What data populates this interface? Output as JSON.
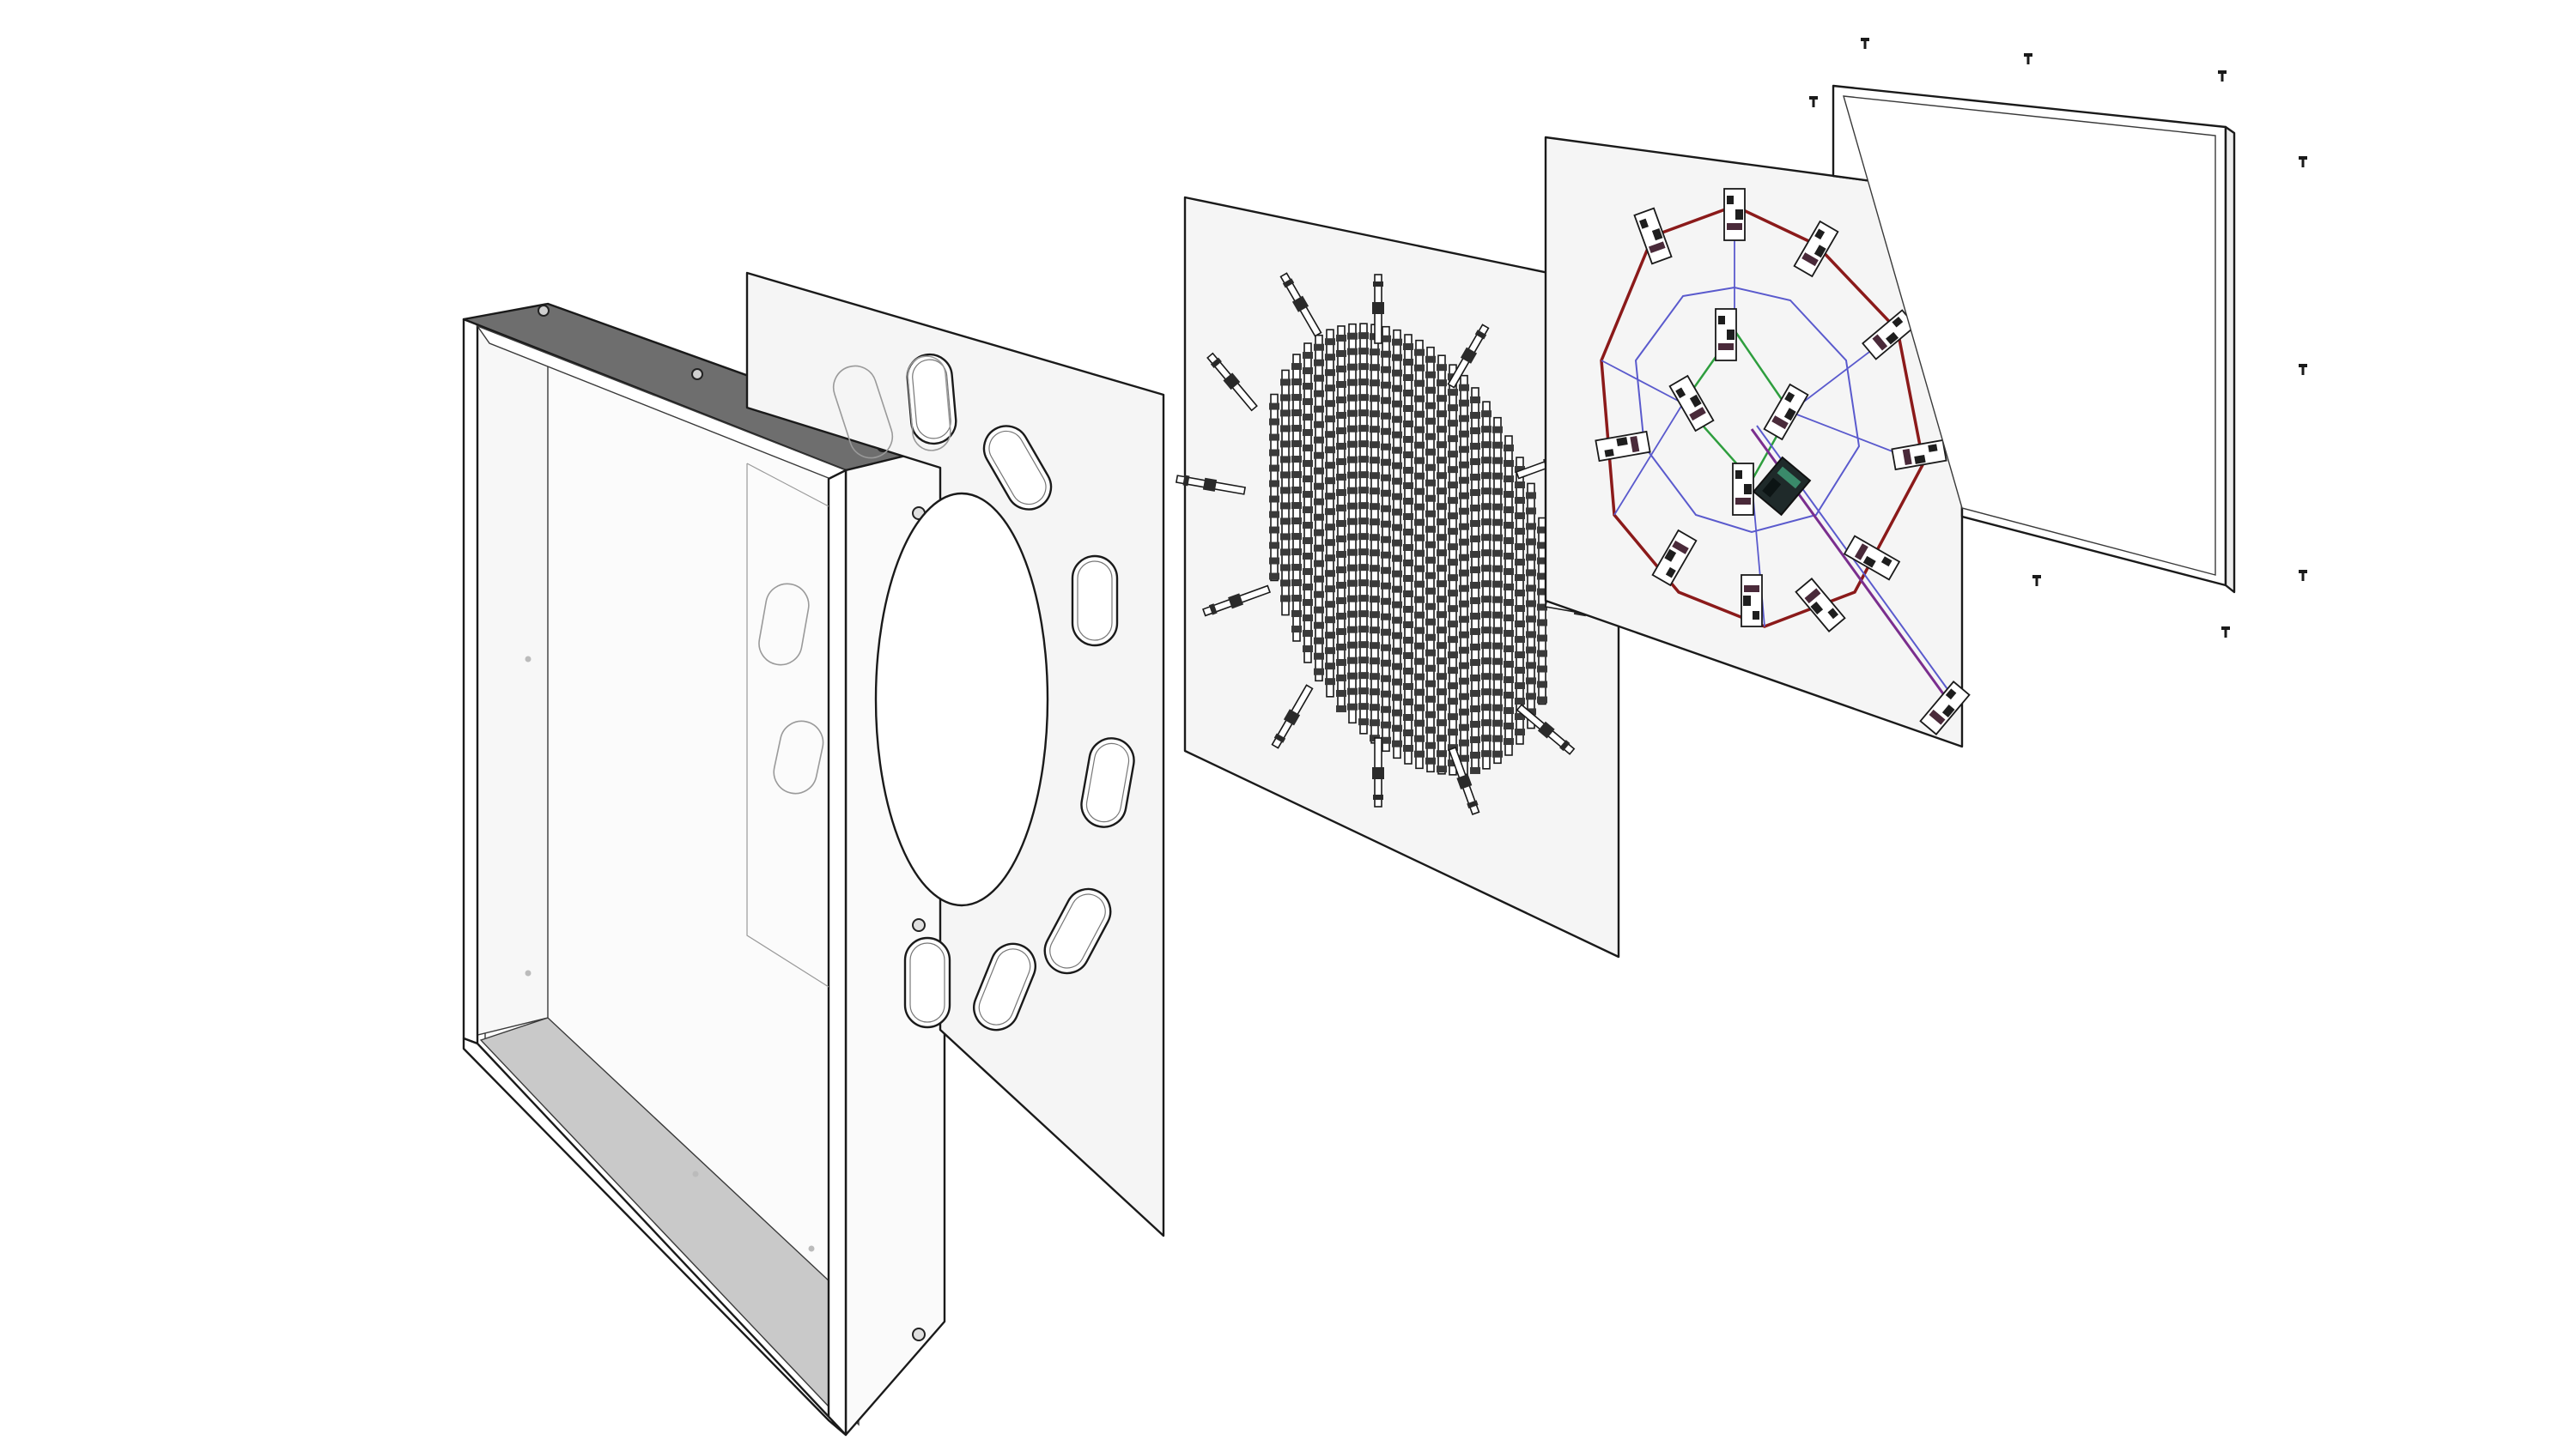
{
  "figure": {
    "kind": "exploded-isometric-assembly",
    "layers": [
      "box-frame",
      "slotted-front-panel",
      "led-matrix-panel",
      "wiring-panel",
      "back-frame",
      "screws"
    ]
  },
  "colors": {
    "background": "#ffffff",
    "panel": "#f5f5f5",
    "frame_top": "#6e6e6e",
    "frame_bottom": "#c9c9c9",
    "outline": "#1a1a1a",
    "wire_red": "#8b1a1a",
    "wire_blue": "#5a5acd",
    "wire_green": "#2e9e3e",
    "wire_purple": "#7a2e8e"
  },
  "icons": {
    "component": "pcb-module-icon",
    "screw": "screw-icon",
    "bolt_hole": "bolt-hole-icon",
    "controller": "controller-board-icon"
  }
}
